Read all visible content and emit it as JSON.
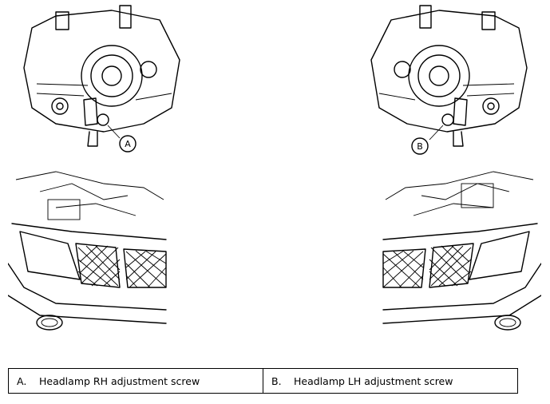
{
  "figure": {
    "callouts": {
      "a": "A",
      "b": "B"
    },
    "legend": [
      {
        "key": "A.",
        "text": "Headlamp RH adjustment screw"
      },
      {
        "key": "B.",
        "text": "Headlamp LH adjustment screw"
      }
    ]
  }
}
